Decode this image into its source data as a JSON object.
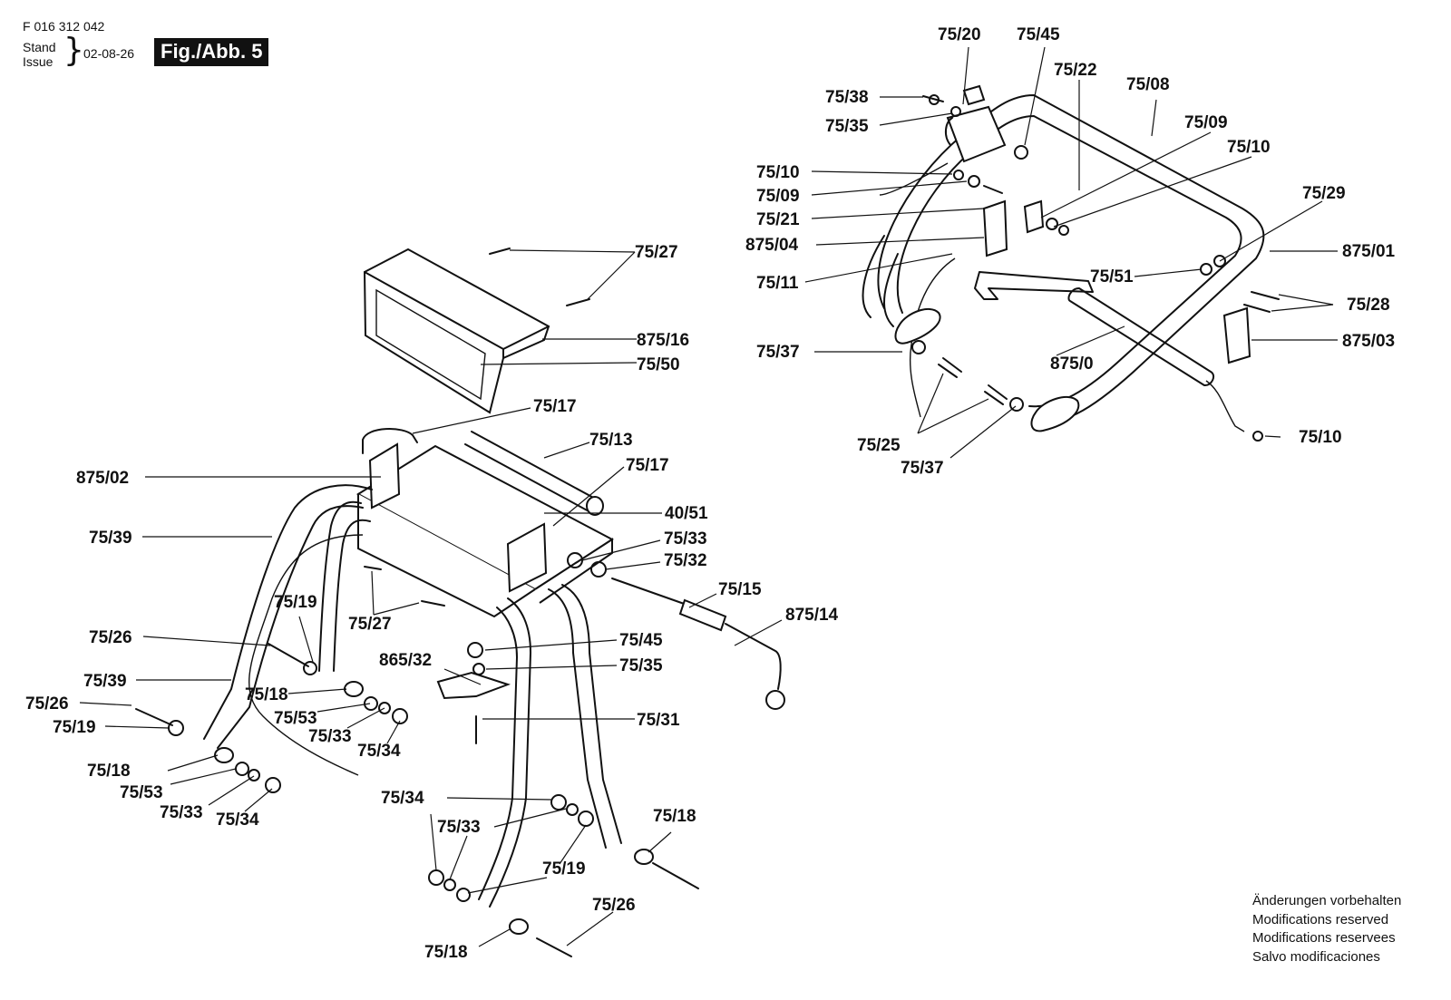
{
  "header": {
    "code": "F 016 312 042",
    "stand": "Stand",
    "issue": "Issue",
    "date": "02-08-26",
    "figure": "Fig./Abb. 5"
  },
  "notes": [
    "Änderungen vorbehalten",
    "Modifications reserved",
    "Modifications reservees",
    "Salvo modificaciones"
  ],
  "callouts": [
    "75/20",
    "75/45",
    "75/22",
    "75/08",
    "75/38",
    "75/35",
    "75/09",
    "75/10",
    "75/10",
    "75/09",
    "75/21",
    "875/04",
    "75/29",
    "875/01",
    "75/11",
    "75/51",
    "75/28",
    "875/03",
    "75/37",
    "875/0",
    "75/25",
    "75/37",
    "75/10",
    "75/27",
    "875/16",
    "75/50",
    "75/17",
    "75/13",
    "875/02",
    "75/17",
    "40/51",
    "75/39",
    "75/33",
    "75/32",
    "75/15",
    "875/14",
    "75/19",
    "75/27",
    "75/26",
    "75/45",
    "865/32",
    "75/35",
    "75/39",
    "75/18",
    "75/26",
    "75/53",
    "75/19",
    "75/33",
    "75/34",
    "75/31",
    "75/18",
    "75/53",
    "75/33",
    "75/34",
    "75/34",
    "75/33",
    "75/18",
    "75/19",
    "75/26",
    "75/18"
  ]
}
